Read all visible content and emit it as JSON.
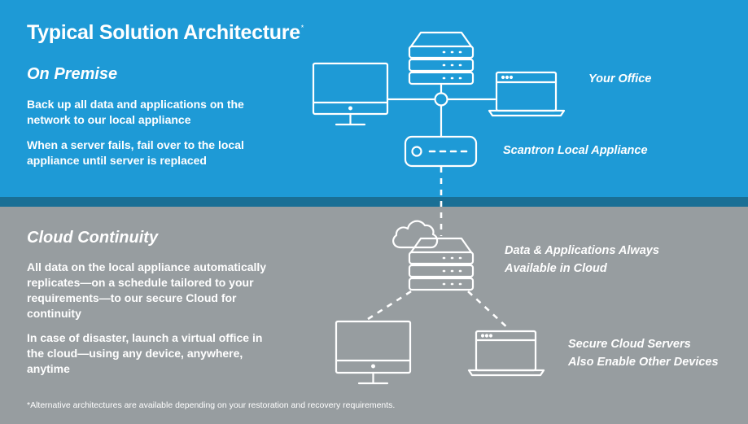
{
  "title": "Typical Solution Architecture",
  "title_mark": "*",
  "on_premise": {
    "heading": "On Premise",
    "paragraphs": [
      "Back up all data and applications on the network to our local appliance",
      "When a server fails, fail over to the local appliance until server is replaced"
    ],
    "labels": {
      "office": "Your Office",
      "appliance": "Scantron Local Appliance"
    }
  },
  "cloud_continuity": {
    "heading": "Cloud Continuity",
    "paragraphs": [
      "All data on the local appliance automatically replicates—on a schedule tailored to your requirements—to our secure Cloud for continuity",
      "In case of disaster, launch a virtual office in the cloud—using any device, anywhere, anytime"
    ],
    "labels": {
      "cloud_line1": "Data & Applications Always",
      "cloud_line2": "Available in Cloud",
      "devices_line1": "Secure Cloud Servers",
      "devices_line2": "Also Enable Other Devices"
    }
  },
  "footnote": "*Alternative architectures are available depending on your restoration and recovery requirements.",
  "colors": {
    "top_panel": "#1e9ad6",
    "divider": "#1a6f95",
    "bottom_panel": "#979da0",
    "foreground": "#ffffff"
  },
  "icons": [
    "server-stack-icon",
    "desktop-monitor-icon",
    "laptop-icon",
    "local-appliance-icon",
    "cloud-icon",
    "cloud-server-stack-icon",
    "connector-node-icon"
  ]
}
